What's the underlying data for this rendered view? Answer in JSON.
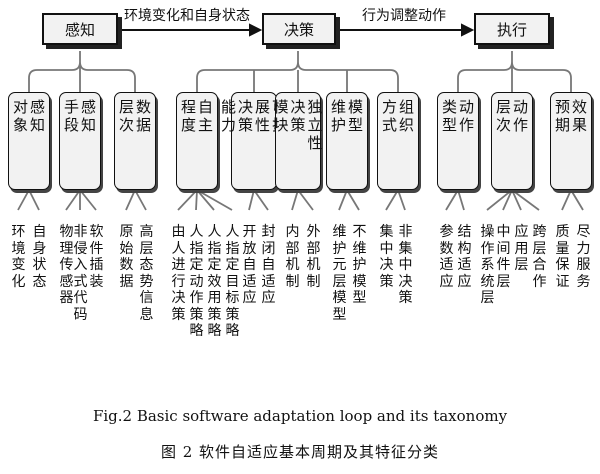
{
  "stages": {
    "sense": "感知",
    "decide": "决策",
    "act": "执行"
  },
  "arrows": {
    "sense_to_decide": "环境变化和自身状态",
    "decide_to_act": "行为调整动作"
  },
  "categories": [
    {
      "id": "c1",
      "cols": [
        "感知",
        "对象"
      ],
      "leaves": [
        [
          "环境",
          "变化"
        ],
        [
          "自身",
          "状态"
        ]
      ]
    },
    {
      "id": "c2",
      "cols": [
        "感知",
        "手段"
      ],
      "leaves": [
        [
          "物理",
          "传感器"
        ],
        [
          "非侵",
          "入式",
          "代码"
        ],
        [
          "软件",
          "插装"
        ]
      ]
    },
    {
      "id": "c3",
      "cols": [
        "数据",
        "层次"
      ],
      "leaves": [
        [
          "原始",
          "数据"
        ],
        [
          "高层",
          "态势",
          "信息"
        ]
      ]
    },
    {
      "id": "c4",
      "cols": [
        "自主",
        "程度"
      ],
      "leaves": [
        [
          "由人",
          "进行",
          "决策"
        ],
        [
          "人指",
          "定动",
          "作策",
          "略"
        ],
        [
          "人指",
          "定效",
          "用策",
          "略"
        ],
        [
          "人指",
          "定目",
          "标策",
          "略"
        ]
      ]
    },
    {
      "id": "c5",
      "cols": [
        "可扩",
        "展性"
      ],
      "cols2": [
        "决策",
        "能力"
      ],
      "leaves": [
        [
          "开放",
          "自适",
          "应"
        ],
        [
          "封闭",
          "自适",
          "应"
        ]
      ]
    },
    {
      "id": "c6",
      "cols": [
        "独立性"
      ],
      "cols2": [
        "决策",
        "模块"
      ],
      "leaves": [
        [
          "内部",
          "机制"
        ],
        [
          "外部",
          "机制"
        ]
      ]
    },
    {
      "id": "c7",
      "cols": [
        "模型",
        "维护"
      ],
      "leaves": [
        [
          "维护",
          "元层",
          "模型"
        ],
        [
          "不维",
          "护模",
          "型"
        ]
      ]
    },
    {
      "id": "c8",
      "cols": [
        "组织",
        "方式"
      ],
      "leaves": [
        [
          "集中",
          "决策"
        ],
        [
          "非集",
          "中决",
          "策"
        ]
      ]
    },
    {
      "id": "c9",
      "cols": [
        "动作",
        "类型"
      ],
      "leaves": [
        [
          "参数",
          "适应"
        ],
        [
          "结构",
          "适应"
        ]
      ]
    },
    {
      "id": "c10",
      "cols": [
        "动作",
        "层次"
      ],
      "leaves": [
        [
          "操作",
          "系统",
          "层"
        ],
        [
          "中间",
          "件层"
        ],
        [
          "应用",
          "层"
        ],
        [
          "跨层",
          "合作"
        ]
      ]
    },
    {
      "id": "c11",
      "cols": [
        "效果",
        "预期"
      ],
      "leaves": [
        [
          "质量",
          "保证"
        ],
        [
          "尽力",
          "服务"
        ]
      ]
    }
  ],
  "caption_en": "Fig.2   Basic software adaptation loop and its taxonomy",
  "caption_cn": "图 2   软件自适应基本周期及其特征分类"
}
